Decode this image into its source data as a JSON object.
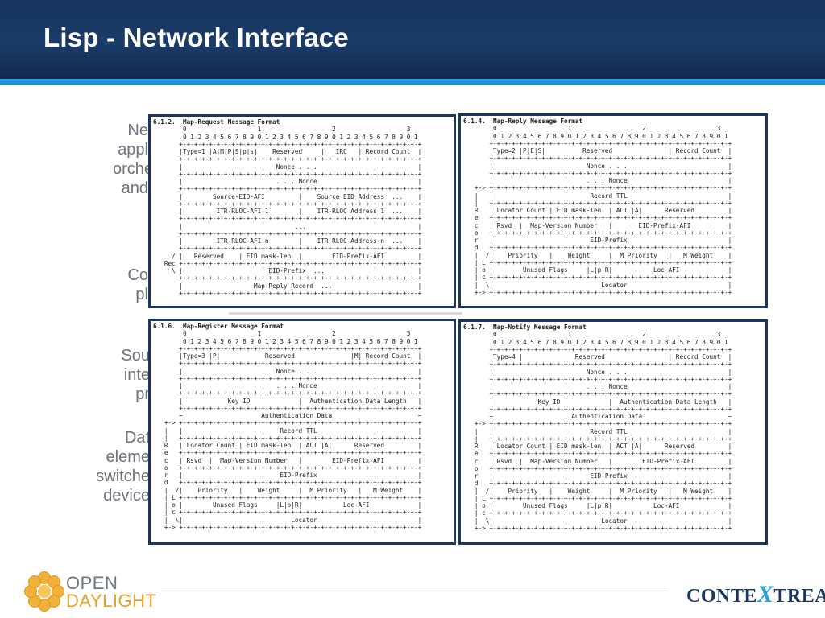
{
  "slide": {
    "title": "Lisp - Network Interface"
  },
  "background_text": {
    "block1": [
      "Ne",
      "appl",
      "orche",
      "and"
    ],
    "block2": [
      "Co",
      "pl"
    ],
    "block3": [
      "Sou",
      "inte",
      "pr"
    ],
    "block4": [
      "Dat",
      "eleme",
      "switche",
      "device"
    ]
  },
  "panels": {
    "map_request": {
      "heading": "6.1.2.  Map-Request Message Format",
      "body": "        0                   1                   2                   3\n        0 1 2 3 4 5 6 7 8 9 0 1 2 3 4 5 6 7 8 9 0 1 2 3 4 5 6 7 8 9 0 1\n       +-+-+-+-+-+-+-+-+-+-+-+-+-+-+-+-+-+-+-+-+-+-+-+-+-+-+-+-+-+-+-+-+\n       |Type=1 |A|M|P|S|p|s|    Reserved     |   IRC   | Record Count  |\n       +-+-+-+-+-+-+-+-+-+-+-+-+-+-+-+-+-+-+-+-+-+-+-+-+-+-+-+-+-+-+-+-+\n       |                         Nonce . . .                           |\n       +-+-+-+-+-+-+-+-+-+-+-+-+-+-+-+-+-+-+-+-+-+-+-+-+-+-+-+-+-+-+-+-+\n       |                         . . . Nonce                           |\n       +-+-+-+-+-+-+-+-+-+-+-+-+-+-+-+-+-+-+-+-+-+-+-+-+-+-+-+-+-+-+-+-+\n       |        Source-EID-AFI         |    Source EID Address  ...    |\n       +-+-+-+-+-+-+-+-+-+-+-+-+-+-+-+-+-+-+-+-+-+-+-+-+-+-+-+-+-+-+-+-+\n       |         ITR-RLOC-AFI 1        |    ITR-RLOC Address 1  ...    |\n       +-+-+-+-+-+-+-+-+-+-+-+-+-+-+-+-+-+-+-+-+-+-+-+-+-+-+-+-+-+-+-+-+\n       |                              ...                              |\n       +-+-+-+-+-+-+-+-+-+-+-+-+-+-+-+-+-+-+-+-+-+-+-+-+-+-+-+-+-+-+-+-+\n       |         ITR-RLOC-AFI n        |    ITR-RLOC Address n  ...    |\n       +-+-+-+-+-+-+-+-+-+-+-+-+-+-+-+-+-+-+-+-+-+-+-+-+-+-+-+-+-+-+-+-+\n     / |   Reserved    | EID mask-len  |        EID-Prefix-AFI         |\n   Rec +-+-+-+-+-+-+-+-+-+-+-+-+-+-+-+-+-+-+-+-+-+-+-+-+-+-+-+-+-+-+-+-+\n     \\ |                       EID-Prefix  ...                         |\n       +-+-+-+-+-+-+-+-+-+-+-+-+-+-+-+-+-+-+-+-+-+-+-+-+-+-+-+-+-+-+-+-+\n       |                   Map-Reply Record  ...                       |\n       +-+-+-+-+-+-+-+-+-+-+-+-+-+-+-+-+-+-+-+-+-+-+-+-+-+-+-+-+-+-+-+-+"
    },
    "map_reply": {
      "heading": "6.1.4.  Map-Reply Message Format",
      "body": "        0                   1                   2                   3\n        0 1 2 3 4 5 6 7 8 9 0 1 2 3 4 5 6 7 8 9 0 1 2 3 4 5 6 7 8 9 0 1\n       +-+-+-+-+-+-+-+-+-+-+-+-+-+-+-+-+-+-+-+-+-+-+-+-+-+-+-+-+-+-+-+-+\n       |Type=2 |P|E|S|          Reserved               | Record Count  |\n       +-+-+-+-+-+-+-+-+-+-+-+-+-+-+-+-+-+-+-+-+-+-+-+-+-+-+-+-+-+-+-+-+\n       |                         Nonce . . .                           |\n       +-+-+-+-+-+-+-+-+-+-+-+-+-+-+-+-+-+-+-+-+-+-+-+-+-+-+-+-+-+-+-+-+\n       |                         . . . Nonce                           |\n   +-> +-+-+-+-+-+-+-+-+-+-+-+-+-+-+-+-+-+-+-+-+-+-+-+-+-+-+-+-+-+-+-+-+\n   |   |                          Record TTL                           |\n   |   +-+-+-+-+-+-+-+-+-+-+-+-+-+-+-+-+-+-+-+-+-+-+-+-+-+-+-+-+-+-+-+-+\n   R   | Locator Count | EID mask-len  | ACT |A|      Reserved         |\n   e   +-+-+-+-+-+-+-+-+-+-+-+-+-+-+-+-+-+-+-+-+-+-+-+-+-+-+-+-+-+-+-+-+\n   c   | Rsvd  |  Map-Version Number   |       EID-Prefix-AFI          |\n   o   +-+-+-+-+-+-+-+-+-+-+-+-+-+-+-+-+-+-+-+-+-+-+-+-+-+-+-+-+-+-+-+-+\n   r   |                          EID-Prefix                           |\n   d   +-+-+-+-+-+-+-+-+-+-+-+-+-+-+-+-+-+-+-+-+-+-+-+-+-+-+-+-+-+-+-+-+\n   |  /|    Priority   |    Weight     |  M Priority   |   M Weight    |\n   | L +-+-+-+-+-+-+-+-+-+-+-+-+-+-+-+-+-+-+-+-+-+-+-+-+-+-+-+-+-+-+-+-+\n   | o |        Unused Flags     |L|p|R|           Loc-AFI             |\n   | c +-+-+-+-+-+-+-+-+-+-+-+-+-+-+-+-+-+-+-+-+-+-+-+-+-+-+-+-+-+-+-+-+\n   |  \\|                             Locator                           |\n   +-> +-+-+-+-+-+-+-+-+-+-+-+-+-+-+-+-+-+-+-+-+-+-+-+-+-+-+-+-+-+-+-+-+"
    },
    "map_register": {
      "heading": "6.1.6.  Map-Register Message Format",
      "body": "        0                   1                   2                   3\n        0 1 2 3 4 5 6 7 8 9 0 1 2 3 4 5 6 7 8 9 0 1 2 3 4 5 6 7 8 9 0 1\n       +-+-+-+-+-+-+-+-+-+-+-+-+-+-+-+-+-+-+-+-+-+-+-+-+-+-+-+-+-+-+-+-+\n       |Type=3 |P|            Reserved               |M| Record Count  |\n       +-+-+-+-+-+-+-+-+-+-+-+-+-+-+-+-+-+-+-+-+-+-+-+-+-+-+-+-+-+-+-+-+\n       |                         Nonce . . .                           |\n       +-+-+-+-+-+-+-+-+-+-+-+-+-+-+-+-+-+-+-+-+-+-+-+-+-+-+-+-+-+-+-+-+\n       |                         . . . Nonce                           |\n       +-+-+-+-+-+-+-+-+-+-+-+-+-+-+-+-+-+-+-+-+-+-+-+-+-+-+-+-+-+-+-+-+\n       |            Key ID             |  Authentication Data Length   |\n       +-+-+-+-+-+-+-+-+-+-+-+-+-+-+-+-+-+-+-+-+-+-+-+-+-+-+-+-+-+-+-+-+\n       ~                     Authentication Data                       ~\n   +-> +-+-+-+-+-+-+-+-+-+-+-+-+-+-+-+-+-+-+-+-+-+-+-+-+-+-+-+-+-+-+-+-+\n   |   |                          Record TTL                           |\n   |   +-+-+-+-+-+-+-+-+-+-+-+-+-+-+-+-+-+-+-+-+-+-+-+-+-+-+-+-+-+-+-+-+\n   R   | Locator Count | EID mask-len  | ACT |A|      Reserved         |\n   e   +-+-+-+-+-+-+-+-+-+-+-+-+-+-+-+-+-+-+-+-+-+-+-+-+-+-+-+-+-+-+-+-+\n   c   | Rsvd  |  Map-Version Number   |        EID-Prefix-AFI         |\n   o   +-+-+-+-+-+-+-+-+-+-+-+-+-+-+-+-+-+-+-+-+-+-+-+-+-+-+-+-+-+-+-+-+\n   r   |                          EID-Prefix                           |\n   d   +-+-+-+-+-+-+-+-+-+-+-+-+-+-+-+-+-+-+-+-+-+-+-+-+-+-+-+-+-+-+-+-+\n   |  /|    Priority   |    Weight     |  M Priority   |   M Weight    |\n   | L +-+-+-+-+-+-+-+-+-+-+-+-+-+-+-+-+-+-+-+-+-+-+-+-+-+-+-+-+-+-+-+-+\n   | o |        Unused Flags     |L|p|R|           Loc-AFI             |\n   | c +-+-+-+-+-+-+-+-+-+-+-+-+-+-+-+-+-+-+-+-+-+-+-+-+-+-+-+-+-+-+-+-+\n   |  \\|                             Locator                           |\n   +-> +-+-+-+-+-+-+-+-+-+-+-+-+-+-+-+-+-+-+-+-+-+-+-+-+-+-+-+-+-+-+-+-+"
    },
    "map_notify": {
      "heading": "6.1.7.  Map-Notify Message Format",
      "body": "        0                   1                   2                   3\n        0 1 2 3 4 5 6 7 8 9 0 1 2 3 4 5 6 7 8 9 0 1 2 3 4 5 6 7 8 9 0 1\n       +-+-+-+-+-+-+-+-+-+-+-+-+-+-+-+-+-+-+-+-+-+-+-+-+-+-+-+-+-+-+-+-+\n       |Type=4 |              Reserved                 | Record Count  |\n       +-+-+-+-+-+-+-+-+-+-+-+-+-+-+-+-+-+-+-+-+-+-+-+-+-+-+-+-+-+-+-+-+\n       |                         Nonce . . .                           |\n       +-+-+-+-+-+-+-+-+-+-+-+-+-+-+-+-+-+-+-+-+-+-+-+-+-+-+-+-+-+-+-+-+\n       |                         . . . Nonce                           |\n       +-+-+-+-+-+-+-+-+-+-+-+-+-+-+-+-+-+-+-+-+-+-+-+-+-+-+-+-+-+-+-+-+\n       |            Key ID             |  Authentication Data Length   |\n       +-+-+-+-+-+-+-+-+-+-+-+-+-+-+-+-+-+-+-+-+-+-+-+-+-+-+-+-+-+-+-+-+\n       ~                     Authentication Data                       ~\n   +-> +-+-+-+-+-+-+-+-+-+-+-+-+-+-+-+-+-+-+-+-+-+-+-+-+-+-+-+-+-+-+-+-+\n   |   |                          Record TTL                           |\n   |   +-+-+-+-+-+-+-+-+-+-+-+-+-+-+-+-+-+-+-+-+-+-+-+-+-+-+-+-+-+-+-+-+\n   R   | Locator Count | EID mask-len  | ACT |A|      Reserved         |\n   e   +-+-+-+-+-+-+-+-+-+-+-+-+-+-+-+-+-+-+-+-+-+-+-+-+-+-+-+-+-+-+-+-+\n   c   | Rsvd  |  Map-Version Number   |        EID-Prefix-AFI         |\n   o   +-+-+-+-+-+-+-+-+-+-+-+-+-+-+-+-+-+-+-+-+-+-+-+-+-+-+-+-+-+-+-+-+\n   r   |                          EID-Prefix                           |\n   d   +-+-+-+-+-+-+-+-+-+-+-+-+-+-+-+-+-+-+-+-+-+-+-+-+-+-+-+-+-+-+-+-+\n   |  /|    Priority   |    Weight     |  M Priority   |   M Weight    |\n   | L +-+-+-+-+-+-+-+-+-+-+-+-+-+-+-+-+-+-+-+-+-+-+-+-+-+-+-+-+-+-+-+-+\n   | o |        Unused Flags     |L|p|R|           Loc-AFI             |\n   | c +-+-+-+-+-+-+-+-+-+-+-+-+-+-+-+-+-+-+-+-+-+-+-+-+-+-+-+-+-+-+-+-+\n   |  \\|                             Locator                           |\n   +-> +-+-+-+-+-+-+-+-+-+-+-+-+-+-+-+-+-+-+-+-+-+-+-+-+-+-+-+-+-+-+-+-+"
    }
  },
  "logos": {
    "opendaylight": {
      "line1": "OPEN",
      "line2": "DAYLIGHT",
      "icon": "daylight-flower-icon"
    },
    "contextream": {
      "before": "CONTE",
      "x": "X",
      "after": "TREAM"
    }
  },
  "colors": {
    "header_bg": "#1b3b68",
    "header_stripe": "#2a9fe0",
    "panel_border": "#1d3561",
    "opendaylight_orange": "#e8a32a",
    "contextream_navy": "#1d3561"
  }
}
